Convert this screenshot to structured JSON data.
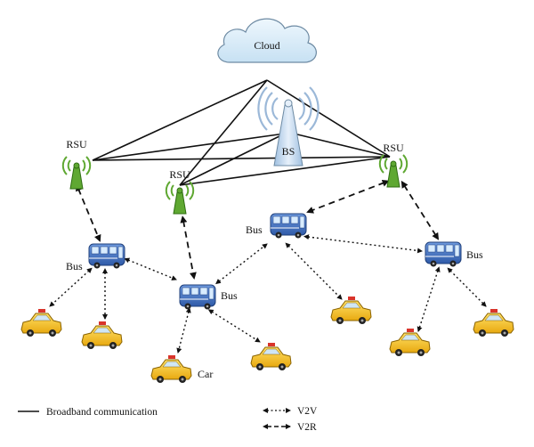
{
  "nodes": {
    "cloud": "Cloud",
    "base_station": "BS",
    "rsu": [
      "RSU",
      "RSU",
      "RSU"
    ],
    "bus": [
      "Bus",
      "Bus",
      "Bus",
      "Bus"
    ],
    "car": "Car"
  },
  "legend": {
    "broadband": "Broadband communication",
    "v2v": "V2V",
    "v2r": "V2R"
  },
  "colors": {
    "cloud_fill": "#d9ecf8",
    "bus_body": "#4a78c4",
    "car_body": "#f5c21a",
    "rsu_antenna": "#5fa832",
    "bs_tower": "#b9d3ee"
  }
}
